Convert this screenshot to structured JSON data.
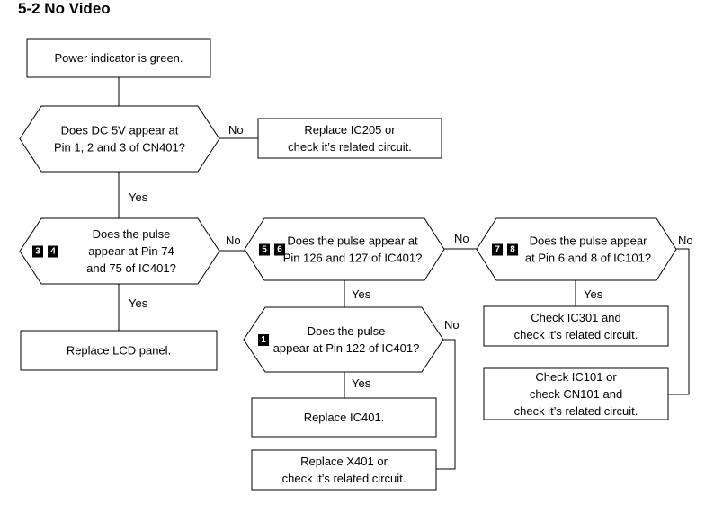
{
  "title": "5-2 No Video",
  "nodes": {
    "start": {
      "lines": [
        "Power indicator is green."
      ]
    },
    "q_dc5v": {
      "lines": [
        "Does DC 5V appear at",
        "Pin 1, 2 and 3 of CN401?"
      ]
    },
    "replace_ic205": {
      "lines": [
        "Replace IC205 or",
        "check it’s related circuit."
      ]
    },
    "q_pin74": {
      "lines": [
        "Does the pulse",
        "appear at Pin 74",
        "and 75 of IC401?"
      ],
      "badges": [
        "3",
        "4"
      ]
    },
    "replace_lcd": {
      "lines": [
        "Replace LCD panel."
      ]
    },
    "q_pin126": {
      "lines": [
        "Does the pulse appear at",
        "Pin 126 and 127 of IC401?"
      ],
      "badges": [
        "5",
        "6"
      ]
    },
    "q_pin122": {
      "lines": [
        "Does the pulse",
        "appear at Pin 122 of IC401?"
      ],
      "badges": [
        "1"
      ]
    },
    "replace_ic401": {
      "lines": [
        "Replace IC401."
      ]
    },
    "replace_x401": {
      "lines": [
        "Replace X401 or",
        "check it’s related circuit."
      ]
    },
    "q_pin6": {
      "lines": [
        "Does the pulse appear",
        "at Pin 6 and 8 of IC101?"
      ],
      "badges": [
        "7",
        "8"
      ]
    },
    "check_ic301": {
      "lines": [
        "Check IC301 and",
        "check it’s related circuit."
      ]
    },
    "check_ic101": {
      "lines": [
        "Check IC101 or",
        "check CN101 and",
        "check it’s related circuit."
      ]
    }
  },
  "edge_labels": {
    "dc5v_no": "No",
    "dc5v_yes": "Yes",
    "pin74_no": "No",
    "pin74_yes": "Yes",
    "pin126_no": "No",
    "pin126_yes": "Yes",
    "pin122_no": "No",
    "pin122_yes": "Yes",
    "pin6_no": "No",
    "pin6_yes": "Yes"
  }
}
